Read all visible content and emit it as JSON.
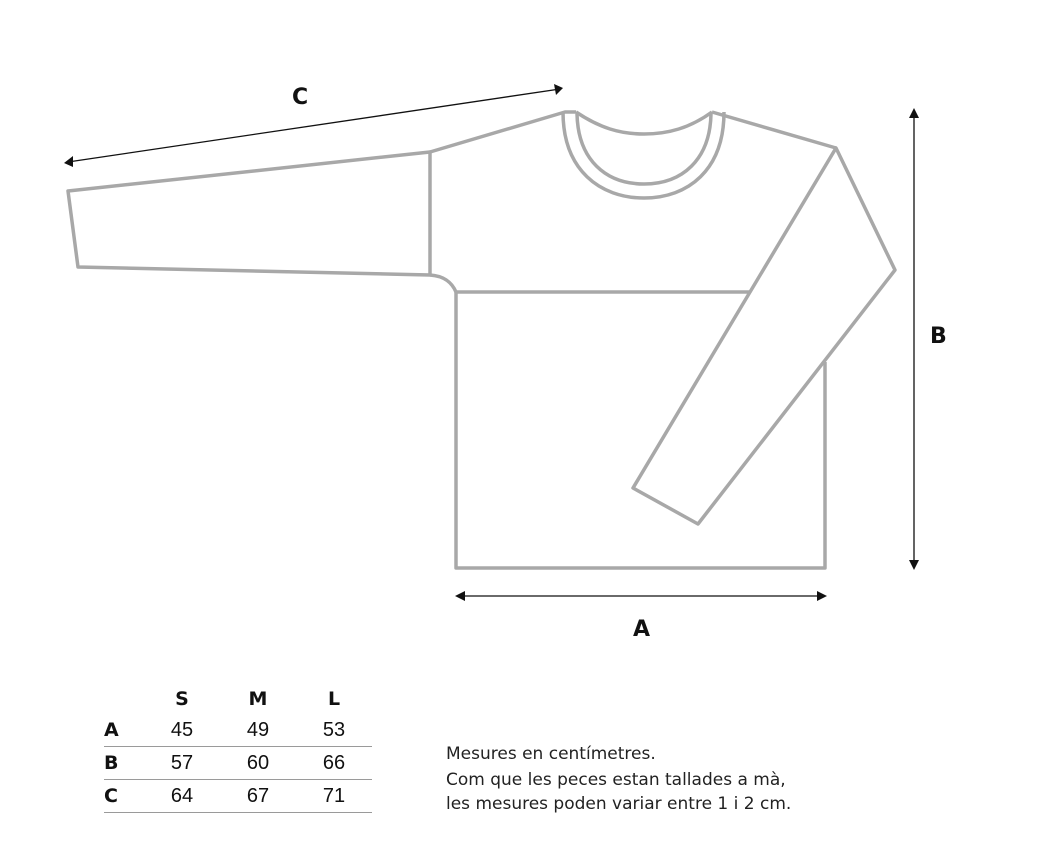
{
  "diagram": {
    "garment_color": "#a8a8a8",
    "line_color": "#111111",
    "labels": {
      "a": "A",
      "b": "B",
      "c": "C"
    }
  },
  "size_table": {
    "headers": [
      "S",
      "M",
      "L"
    ],
    "rows": [
      {
        "label": "A",
        "values": [
          "45",
          "49",
          "53"
        ]
      },
      {
        "label": "B",
        "values": [
          "57",
          "60",
          "66"
        ]
      },
      {
        "label": "C",
        "values": [
          "64",
          "67",
          "71"
        ]
      }
    ]
  },
  "notes": {
    "line1": "Mesures en centímetres.",
    "line2": "Com que les peces estan tallades a mà,",
    "line3": "les mesures poden variar entre 1 i 2 cm."
  }
}
